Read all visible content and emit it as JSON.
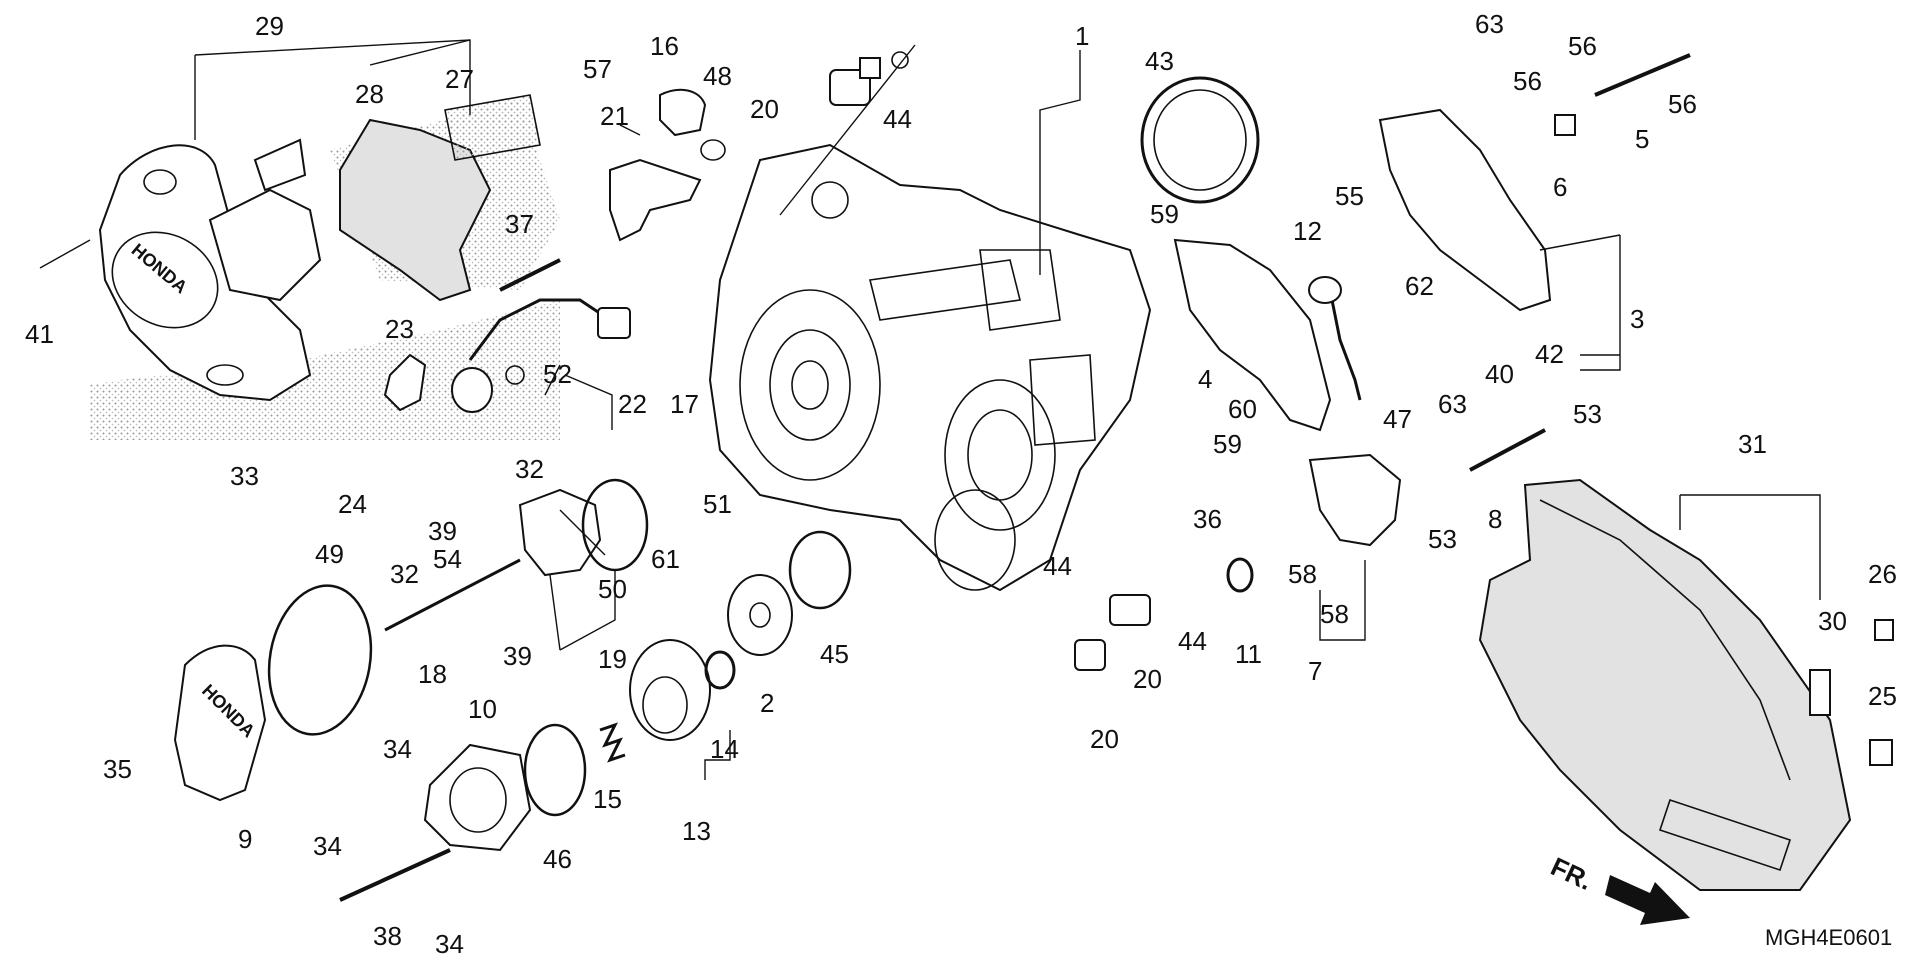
{
  "diagram": {
    "code": "MGH4E0601",
    "direction_label": "FR.",
    "brand_marks": [
      "HONDA",
      "HONDA"
    ],
    "callouts": [
      {
        "id": "c1",
        "text": "1"
      },
      {
        "id": "c2",
        "text": "2"
      },
      {
        "id": "c3",
        "text": "3"
      },
      {
        "id": "c4",
        "text": "4"
      },
      {
        "id": "c5",
        "text": "5"
      },
      {
        "id": "c6",
        "text": "6"
      },
      {
        "id": "c7",
        "text": "7"
      },
      {
        "id": "c8",
        "text": "8"
      },
      {
        "id": "c9",
        "text": "9"
      },
      {
        "id": "c10",
        "text": "10"
      },
      {
        "id": "c11",
        "text": "11"
      },
      {
        "id": "c12",
        "text": "12"
      },
      {
        "id": "c13",
        "text": "13"
      },
      {
        "id": "c14",
        "text": "14"
      },
      {
        "id": "c15",
        "text": "15"
      },
      {
        "id": "c16",
        "text": "16"
      },
      {
        "id": "c17",
        "text": "17"
      },
      {
        "id": "c18",
        "text": "18"
      },
      {
        "id": "c19",
        "text": "19"
      },
      {
        "id": "c20a",
        "text": "20"
      },
      {
        "id": "c20b",
        "text": "20"
      },
      {
        "id": "c20c",
        "text": "20"
      },
      {
        "id": "c21",
        "text": "21"
      },
      {
        "id": "c22",
        "text": "22"
      },
      {
        "id": "c23",
        "text": "23"
      },
      {
        "id": "c24",
        "text": "24"
      },
      {
        "id": "c25",
        "text": "25"
      },
      {
        "id": "c26",
        "text": "26"
      },
      {
        "id": "c27",
        "text": "27"
      },
      {
        "id": "c28",
        "text": "28"
      },
      {
        "id": "c29",
        "text": "29"
      },
      {
        "id": "c30",
        "text": "30"
      },
      {
        "id": "c31",
        "text": "31"
      },
      {
        "id": "c32a",
        "text": "32"
      },
      {
        "id": "c32b",
        "text": "32"
      },
      {
        "id": "c33",
        "text": "33"
      },
      {
        "id": "c34a",
        "text": "34"
      },
      {
        "id": "c34b",
        "text": "34"
      },
      {
        "id": "c34c",
        "text": "34"
      },
      {
        "id": "c35",
        "text": "35"
      },
      {
        "id": "c36",
        "text": "36"
      },
      {
        "id": "c37",
        "text": "37"
      },
      {
        "id": "c38",
        "text": "38"
      },
      {
        "id": "c39a",
        "text": "39"
      },
      {
        "id": "c39b",
        "text": "39"
      },
      {
        "id": "c40",
        "text": "40"
      },
      {
        "id": "c41",
        "text": "41"
      },
      {
        "id": "c42",
        "text": "42"
      },
      {
        "id": "c43",
        "text": "43"
      },
      {
        "id": "c44a",
        "text": "44"
      },
      {
        "id": "c44b",
        "text": "44"
      },
      {
        "id": "c44c",
        "text": "44"
      },
      {
        "id": "c45",
        "text": "45"
      },
      {
        "id": "c46",
        "text": "46"
      },
      {
        "id": "c47",
        "text": "47"
      },
      {
        "id": "c48",
        "text": "48"
      },
      {
        "id": "c49",
        "text": "49"
      },
      {
        "id": "c50",
        "text": "50"
      },
      {
        "id": "c51",
        "text": "51"
      },
      {
        "id": "c52",
        "text": "52"
      },
      {
        "id": "c53a",
        "text": "53"
      },
      {
        "id": "c53b",
        "text": "53"
      },
      {
        "id": "c54",
        "text": "54"
      },
      {
        "id": "c55",
        "text": "55"
      },
      {
        "id": "c56a",
        "text": "56"
      },
      {
        "id": "c56b",
        "text": "56"
      },
      {
        "id": "c56c",
        "text": "56"
      },
      {
        "id": "c57",
        "text": "57"
      },
      {
        "id": "c58a",
        "text": "58"
      },
      {
        "id": "c58b",
        "text": "58"
      },
      {
        "id": "c59a",
        "text": "59"
      },
      {
        "id": "c59b",
        "text": "59"
      },
      {
        "id": "c60",
        "text": "60"
      },
      {
        "id": "c61",
        "text": "61"
      },
      {
        "id": "c62",
        "text": "62"
      },
      {
        "id": "c63a",
        "text": "63"
      },
      {
        "id": "c63b",
        "text": "63"
      }
    ]
  }
}
